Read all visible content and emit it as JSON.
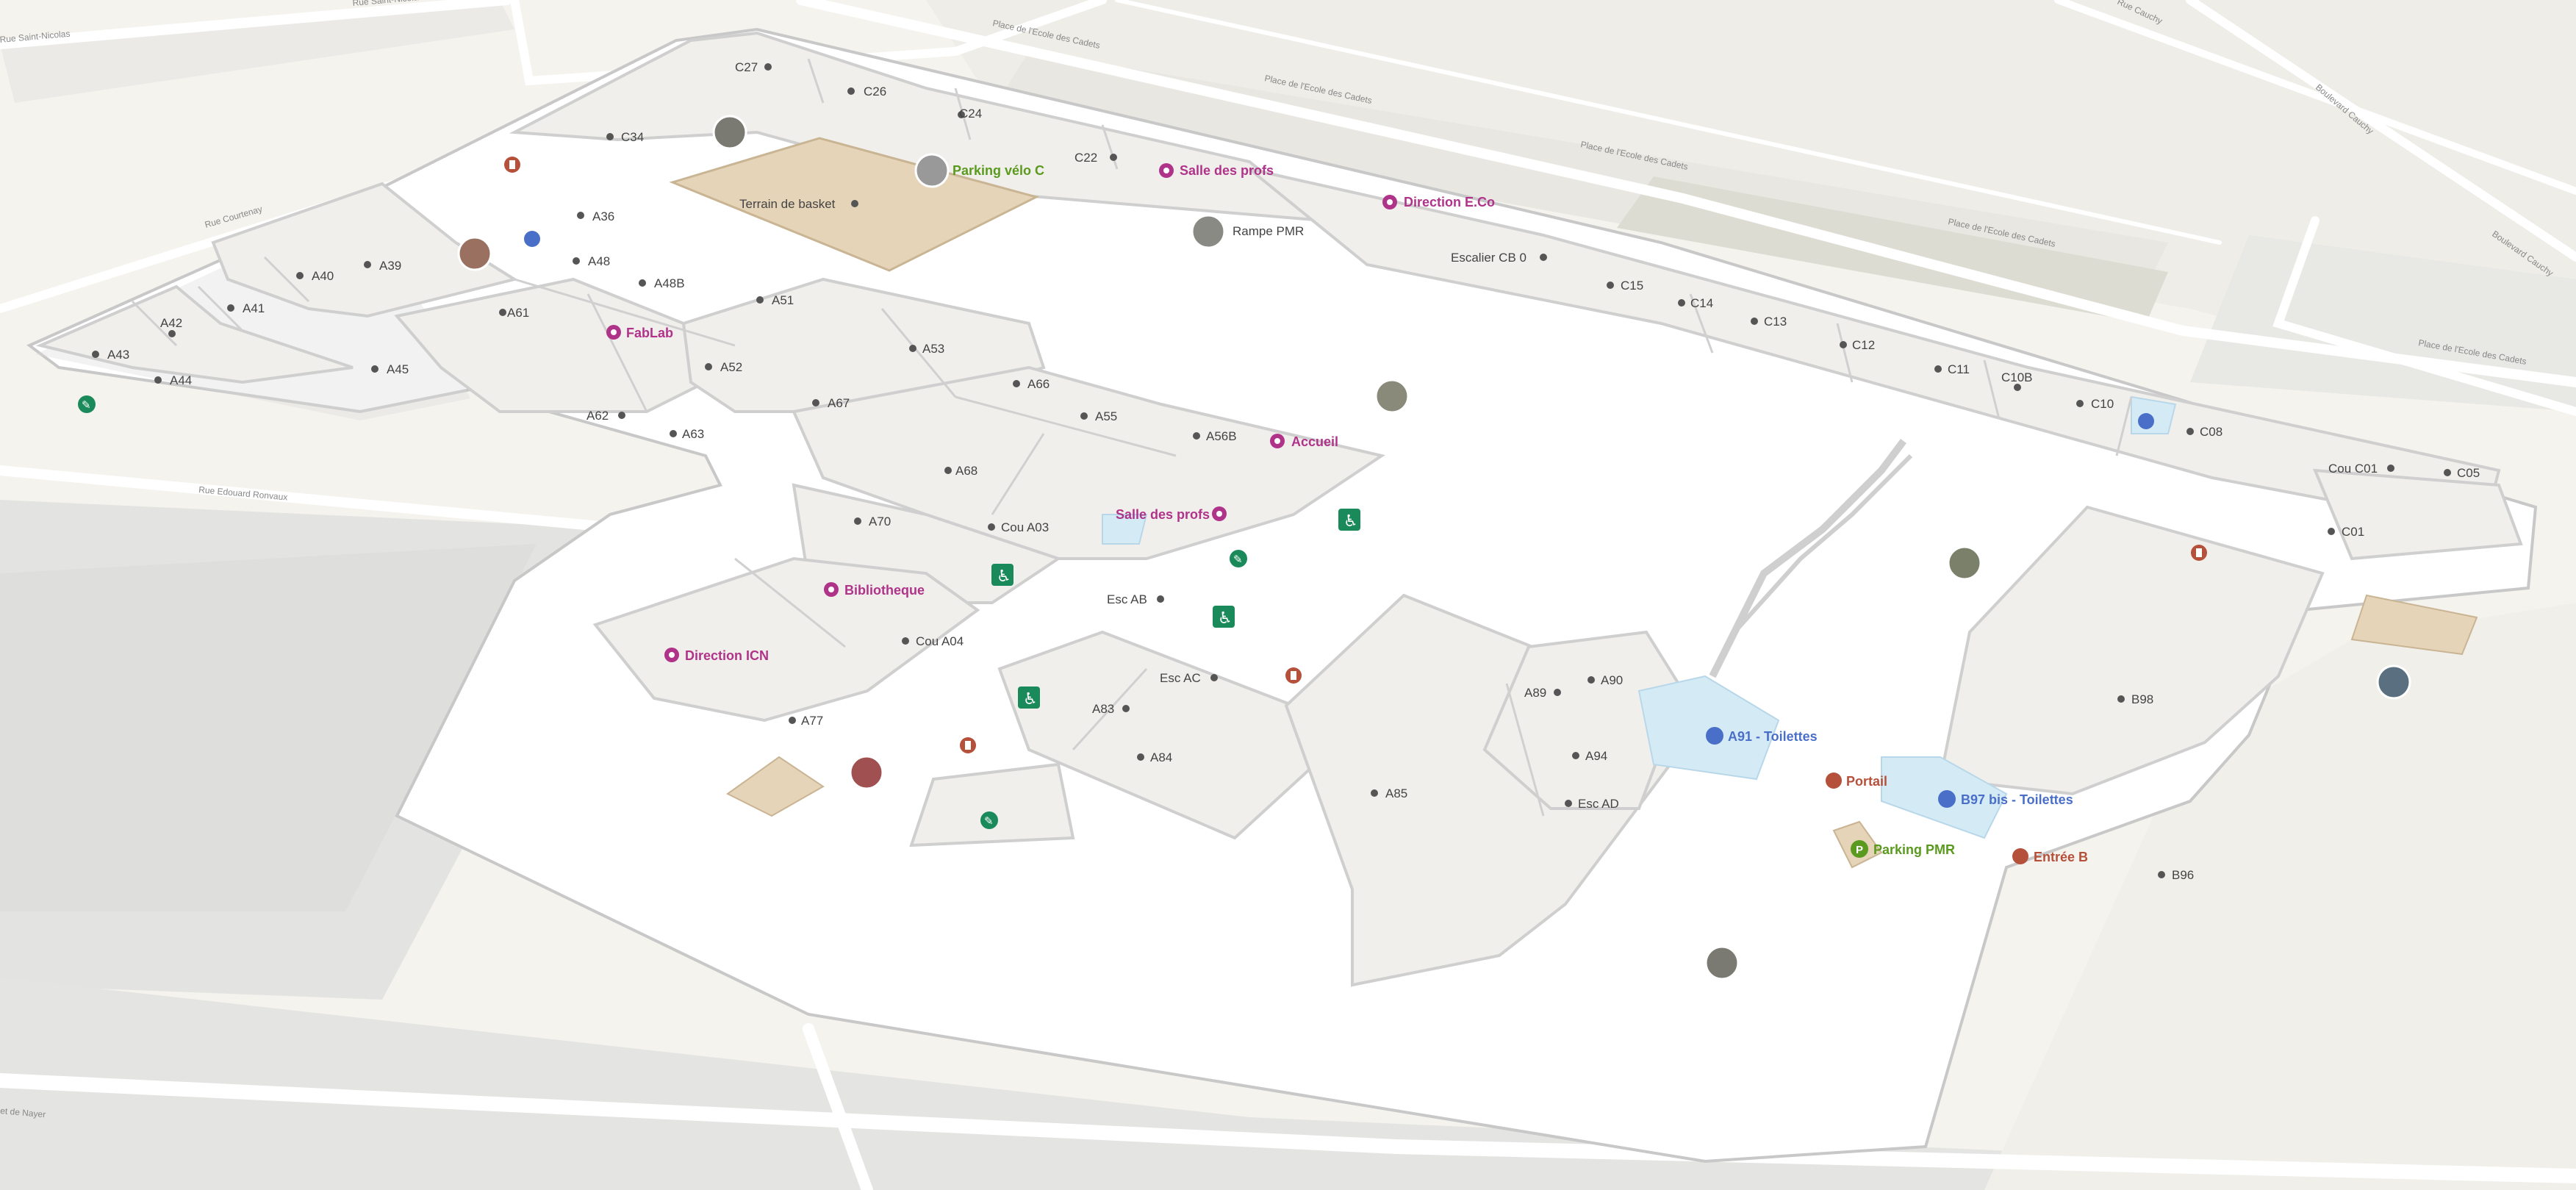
{
  "map": {
    "streets": [
      {
        "name": "Rue Saint-Nicolas"
      },
      {
        "name": "Rue Saint-Nicolas"
      },
      {
        "name": "Rue Courtenay"
      },
      {
        "name": "Rue Edouard Ronvaux"
      },
      {
        "name": "Place de l'Ecole des Cadets"
      },
      {
        "name": "Place de l'Ecole des Cadets"
      },
      {
        "name": "Place de l'Ecole des Cadets"
      },
      {
        "name": "Place de l'Ecole des Cadets"
      },
      {
        "name": "Place de l'Ecole des Cadets"
      },
      {
        "name": "Boulevard Cauchy"
      },
      {
        "name": "Boulevard Cauchy"
      },
      {
        "name": "Rue Cauchy"
      },
      {
        "name": "et de Nayer"
      }
    ],
    "rooms": [
      "C27",
      "C26",
      "C24",
      "C22",
      "C34",
      "A36",
      "A39",
      "A40",
      "A41",
      "A42",
      "A43",
      "A44",
      "A45",
      "A48",
      "A48B",
      "A51",
      "A61",
      "A52",
      "A53",
      "A62",
      "A63",
      "A66",
      "A67",
      "A55",
      "A56B",
      "A68",
      "A70",
      "Cou A03",
      "Cou A04",
      "Esc AB",
      "Esc AC",
      "A77",
      "A83",
      "A84",
      "A85",
      "A89",
      "A90",
      "A94",
      "Esc AD",
      "Escalier CB 0",
      "C15",
      "C14",
      "C13",
      "C12",
      "C11",
      "C10B",
      "C10",
      "C08",
      "Cou C01",
      "C05",
      "C01",
      "B98",
      "B96",
      "Terrain de basket",
      "Rampe PMR"
    ],
    "pois": [
      {
        "label": "Salle des profs",
        "kind": "place",
        "color": "#b0338a"
      },
      {
        "label": "Direction E.Co",
        "kind": "place",
        "color": "#b0338a"
      },
      {
        "label": "FabLab",
        "kind": "place",
        "color": "#b0338a"
      },
      {
        "label": "Accueil",
        "kind": "place",
        "color": "#b0338a"
      },
      {
        "label": "Salle des profs",
        "kind": "place",
        "color": "#b0338a"
      },
      {
        "label": "Bibliotheque",
        "kind": "place",
        "color": "#b0338a"
      },
      {
        "label": "Direction ICN",
        "kind": "place",
        "color": "#b0338a"
      },
      {
        "label": "Parking vélo C",
        "kind": "parking",
        "color": "#5a9a1e"
      },
      {
        "label": "Parking PMR",
        "kind": "parking",
        "color": "#5a9a1e"
      },
      {
        "label": "A91 - Toilettes",
        "kind": "toilets",
        "color": "#4a6fc9"
      },
      {
        "label": "B97 bis - Toilettes",
        "kind": "toilets",
        "color": "#4a6fc9"
      },
      {
        "label": "Portail",
        "kind": "entrance",
        "color": "#b5503a"
      },
      {
        "label": "Entrée B",
        "kind": "entrance",
        "color": "#b5503a"
      }
    ],
    "icons": {
      "accessible": "wheelchair-icon",
      "edit": "pencil-icon",
      "entrance": "door-icon",
      "toilets": "restroom-icon",
      "photo": "photo-thumbnail-icon"
    },
    "colors": {
      "background": "#f5f3ee",
      "floor": "#ffffff",
      "room": "#f1efeb",
      "wall": "#cfcfcf",
      "court": "#e6d4b9",
      "accessible": "#1b8a5a",
      "place": "#b0338a",
      "toilets_area": "#d4eaf5"
    }
  }
}
